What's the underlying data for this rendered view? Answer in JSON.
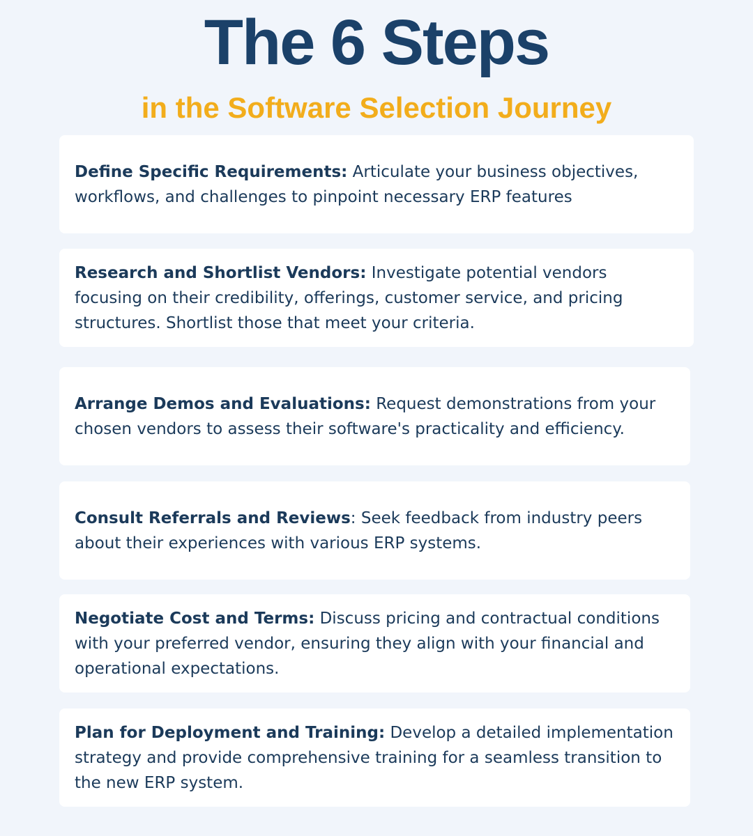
{
  "header": {
    "title": "The 6 Steps",
    "subtitle": "in the Software Selection Journey"
  },
  "steps": [
    {
      "heading": "Define Specific Requirements:",
      "body": " Articulate your business objectives, workflows, and challenges to pinpoint necessary ERP features"
    },
    {
      "heading": "Research and Shortlist Vendors:",
      "body": " Investigate potential vendors focusing on their credibility, offerings, customer service, and pricing structures. Shortlist those that meet your criteria."
    },
    {
      "heading": "Arrange Demos and Evaluations:",
      "body": " Request demonstrations from your chosen vendors to assess their software's practicality and efficiency."
    },
    {
      "heading": "Consult Referrals and Reviews",
      "body": ": Seek feedback from industry peers about their experiences with various ERP systems."
    },
    {
      "heading": "Negotiate Cost and Terms:",
      "body": " Discuss pricing and contractual conditions with your preferred vendor, ensuring they align with your financial and operational expectations."
    },
    {
      "heading": "Plan for Deployment and Training:",
      "body": " Develop a detailed implementation strategy and provide comprehensive training for a seamless transition to the new ERP system."
    }
  ]
}
